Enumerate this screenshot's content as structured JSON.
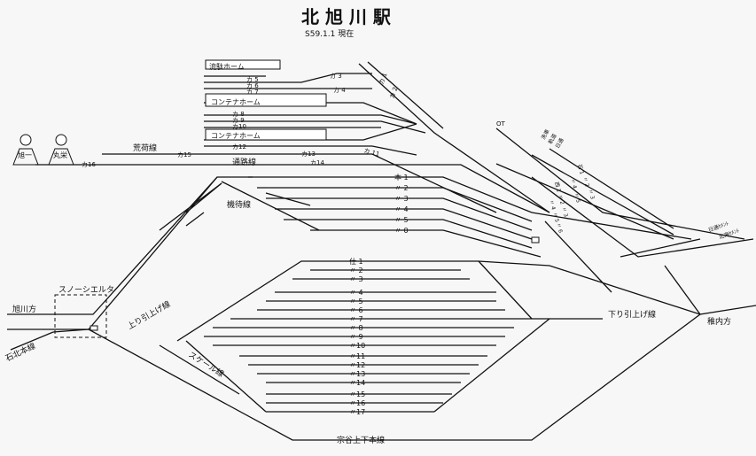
{
  "header": {
    "title": "北 旭 川 駅",
    "date": "S59.1.1 現在"
  },
  "stations": {
    "asahikawa_one": "旭一",
    "maruyoshi": "丸栄",
    "wakkanai_direction": "稚内方",
    "asahikawa_direction": "旭川方",
    "sekihoku_line": "石北本線"
  },
  "upper_yard": {
    "ryuhan_home": "流駄ホーム",
    "container_home_1": "コンテナホーム",
    "container_home_2": "コンテナホーム",
    "tracks": [
      "カ 1",
      "カ 2",
      "カ 3",
      "カ 4",
      "カ 5",
      "カ 6",
      "カ 7",
      "カ 8",
      "カ 9",
      "カ10",
      "カ 11",
      "カ12",
      "カ13",
      "カ14",
      "カ15",
      "カ16"
    ]
  },
  "labels": {
    "arani_line": "荒荷線",
    "tsuro_line": "通路線",
    "kimachi_line": "機待線",
    "snow_shelter": "スノーシエルタ",
    "nobori_hikiage": "上り引上げ線",
    "kudari_hikiage": "下り引上げ線",
    "scale_line": "スケール線",
    "soya_main": "宗谷上下本線",
    "ot": "OT"
  },
  "main_tracks": [
    "本 1",
    "〃 2",
    "〃 3",
    "〃 4",
    "〃 5",
    "〃 0"
  ],
  "shiwake_tracks": [
    "仕 1",
    "〃 2",
    "〃 3",
    "〃 4",
    "〃 5",
    "〃 6",
    "〃 7",
    "〃 8",
    "〃 9",
    "〃10",
    "〃11",
    "〃12",
    "〃13",
    "〃14",
    "〃15",
    "〃16",
    "〃17"
  ],
  "right_yard": {
    "ishi_tracks": [
      "石 1",
      "〃 2",
      "〃 3",
      "〃 4",
      "〃 5"
    ],
    "nishi_tracks": [
      "西 1",
      "〃 2",
      "〃 3",
      "〃 4",
      "〃 5",
      "〃 6"
    ],
    "misc": [
      "洗車",
      "軌道",
      "日通"
    ],
    "siding_1": "日通ｾﾒﾝﾄ",
    "siding_2": "北海ｾﾒﾝﾄ"
  }
}
